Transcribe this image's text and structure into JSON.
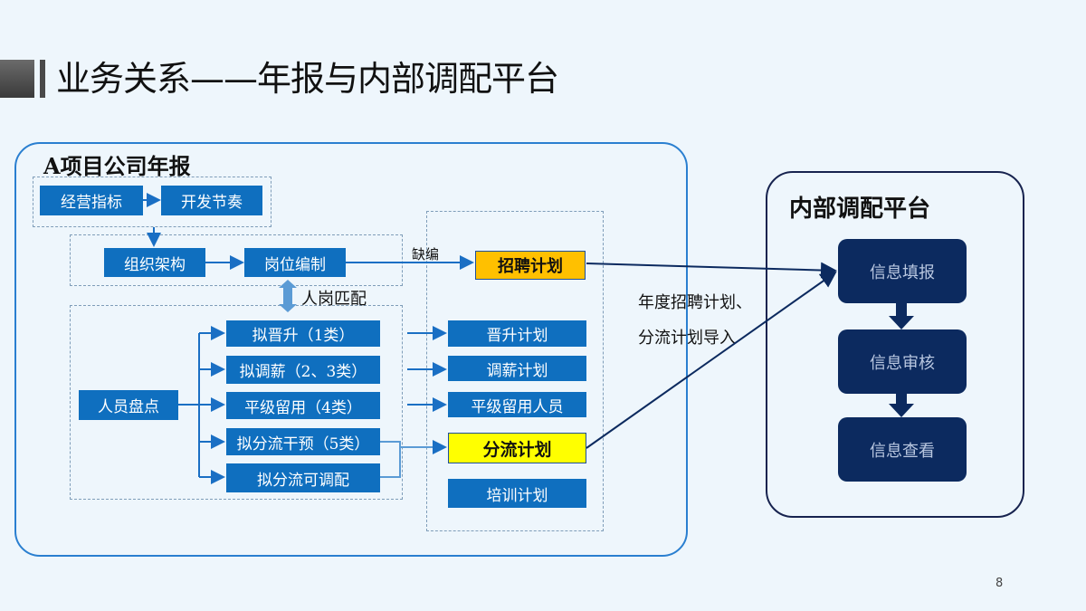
{
  "title": "业务关系——年报与内部调配平台",
  "section_a": {
    "heading": "A项目公司年报",
    "business_indicators": "经营指标",
    "development_pace": "开发节奏",
    "org_structure": "组织架构",
    "post_staffing": "岗位编制",
    "shortage_label": "缺编",
    "match_label": "人岗匹配",
    "inventory": "人员盘点",
    "left_items": [
      "拟晋升（1类）",
      "拟调薪（2、3类）",
      "平级留用（4类）",
      "拟分流干预（5类）",
      "拟分流可调配"
    ],
    "plans": {
      "recruit": "招聘计划",
      "promote": "晋升计划",
      "salary": "调薪计划",
      "retain": "平级留用人员",
      "divert": "分流计划",
      "train": "培训计划"
    }
  },
  "import_label_line1": "年度招聘计划、",
  "import_label_line2": "分流计划导入",
  "section_b": {
    "heading": "内部调配平台",
    "fill": "信息填报",
    "review": "信息审核",
    "view": "信息查看"
  },
  "page_number": "8",
  "colors": {
    "box_blue": "#0f6fbf",
    "frame_blue": "#2a7fd0",
    "dark_navy": "#0c2a5f",
    "highlight_orange": "#ffc000",
    "highlight_yellow": "#ffff00"
  }
}
